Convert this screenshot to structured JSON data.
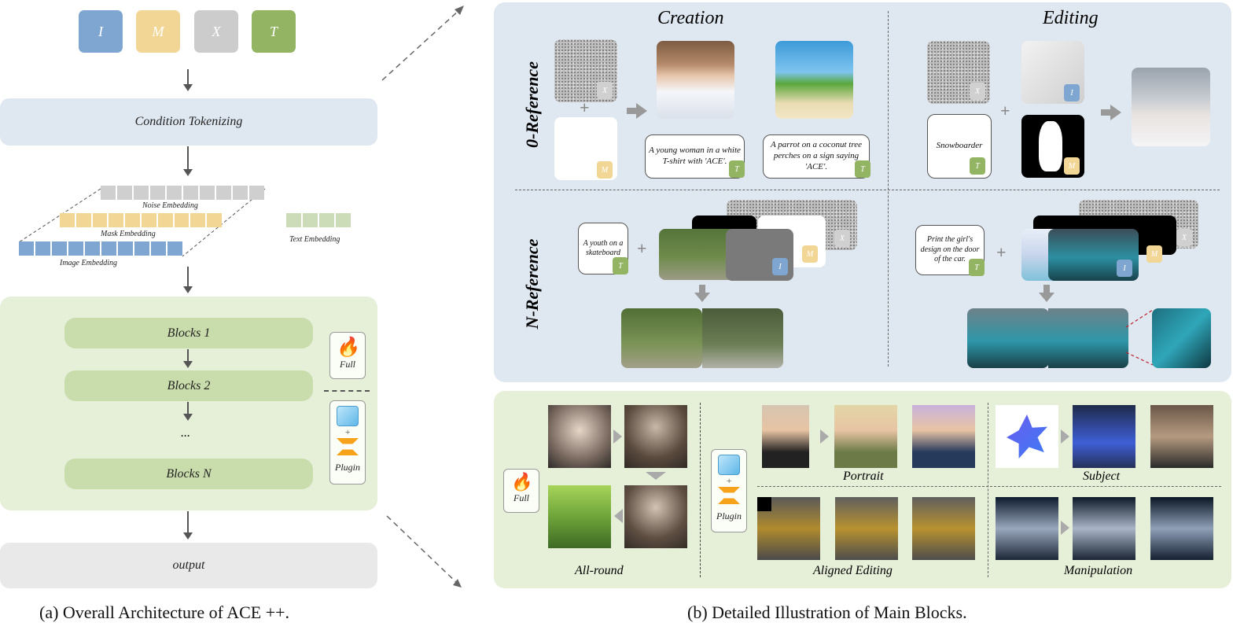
{
  "left": {
    "tokens": [
      {
        "label": "I",
        "color": "#7fa6d1"
      },
      {
        "label": "M",
        "color": "#f2d696"
      },
      {
        "label": "X",
        "color": "#cccccc"
      },
      {
        "label": "T",
        "color": "#93b463"
      }
    ],
    "condition": "Condition Tokenizing",
    "embeddings": {
      "noise": "Noise Embedding",
      "mask": "Mask Embedding",
      "image": "Image Embedding",
      "text": "Text Embedding"
    },
    "blocks": [
      "Blocks 1",
      "Blocks 2",
      "...",
      "Blocks N"
    ],
    "full": "Full",
    "plugin": "Plugin",
    "output": "output",
    "caption": "(a) Overall Architecture of ACE ++."
  },
  "right": {
    "col_creation": "Creation",
    "col_editing": "Editing",
    "row_zero": "0-Reference",
    "row_n": "N-Reference",
    "badges": {
      "x": "X",
      "m": "M",
      "t": "T",
      "i": "I"
    },
    "texts": {
      "young_woman": "A young woman in a white T-shirt with 'ACE'.",
      "parrot": "A parrot on a coconut tree perches on a sign saying 'ACE'.",
      "snowboarder": "Snowboarder",
      "youth": "A youth on a skateboard",
      "print": "Print the girl's design on the door of the car."
    },
    "bottom": {
      "full": "Full",
      "plugin": "Plugin",
      "allround": "All-round",
      "portrait": "Portrait",
      "subject": "Subject",
      "aligned": "Aligned Editing",
      "manipulation": "Manipulation"
    },
    "caption": "(b) Detailed Illustration of Main Blocks."
  }
}
